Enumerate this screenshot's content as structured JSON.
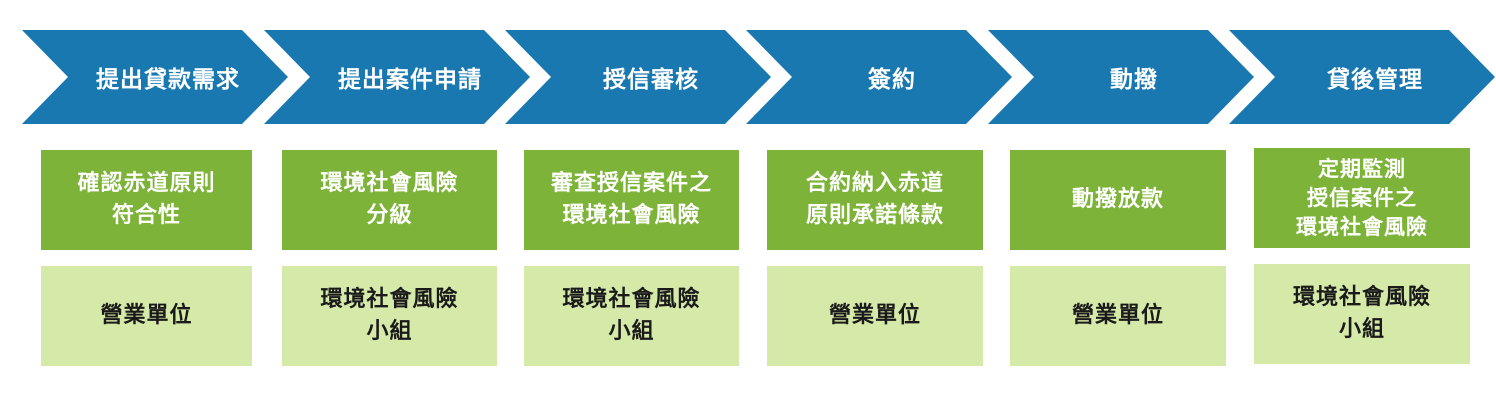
{
  "colors": {
    "chevron": "#1a78b0",
    "action_box": "#7db338",
    "owner_box": "#d5e9a8",
    "action_text": "#ffffff",
    "owner_text": "#1a1a1a"
  },
  "steps": [
    {
      "stage": "提出貸款需求",
      "action": "確認赤道原則\n符合性",
      "owner": "營業單位"
    },
    {
      "stage": "提出案件申請",
      "action": "環境社會風險\n分級",
      "owner": "環境社會風險\n小組"
    },
    {
      "stage": "授信審核",
      "action": "審查授信案件之\n環境社會風險",
      "owner": "環境社會風險\n小組"
    },
    {
      "stage": "簽約",
      "action": "合約納入赤道\n原則承諾條款",
      "owner": "營業單位"
    },
    {
      "stage": "動撥",
      "action": "動撥放款",
      "owner": "營業單位"
    },
    {
      "stage": "貸後管理",
      "action": "定期監測\n授信案件之\n環境社會風險",
      "owner": "環境社會風險\n小組"
    }
  ]
}
